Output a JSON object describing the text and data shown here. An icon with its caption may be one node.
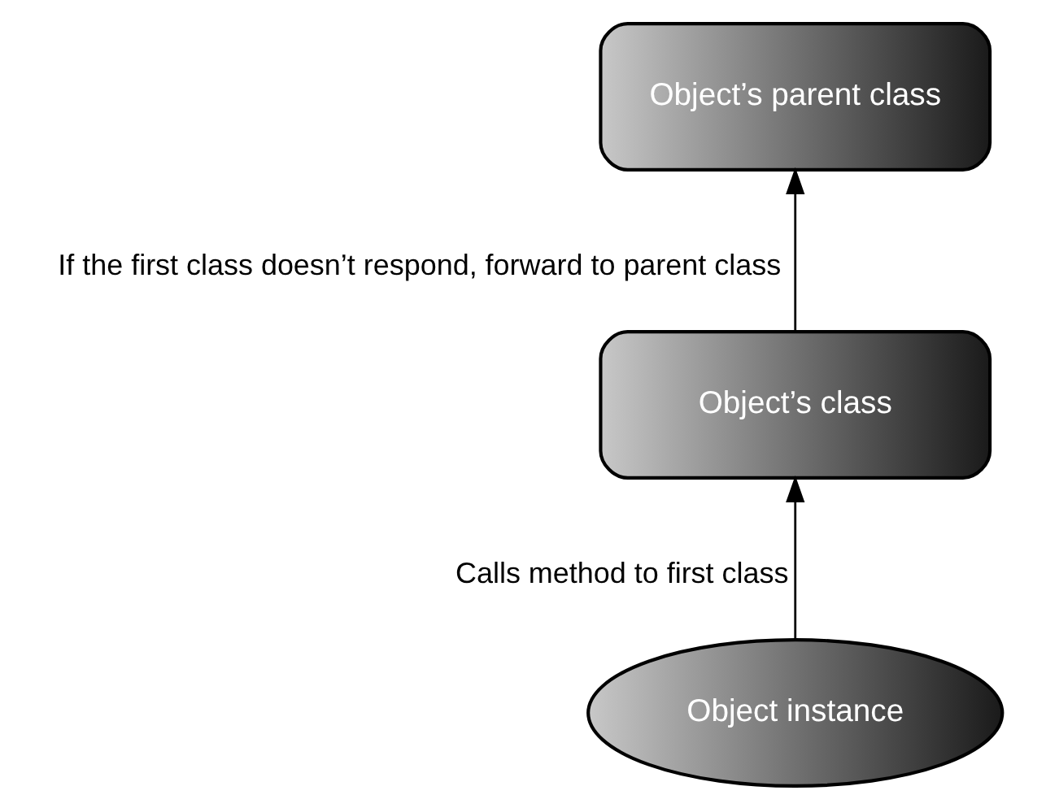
{
  "diagram": {
    "nodes": [
      {
        "text": [
          "Object’s parent class"
        ]
      },
      {
        "text": [
          "Object’s class"
        ]
      },
      {
        "text": [
          "Object instance"
        ]
      }
    ],
    "edges": [
      {
        "from": 2,
        "to": 1,
        "arrow": "to",
        "label": "Calls method to first class"
      },
      {
        "from": 1,
        "to": 0,
        "arrow": "to",
        "label": "If the first class doesn’t respond, forward to parent class"
      }
    ]
  }
}
